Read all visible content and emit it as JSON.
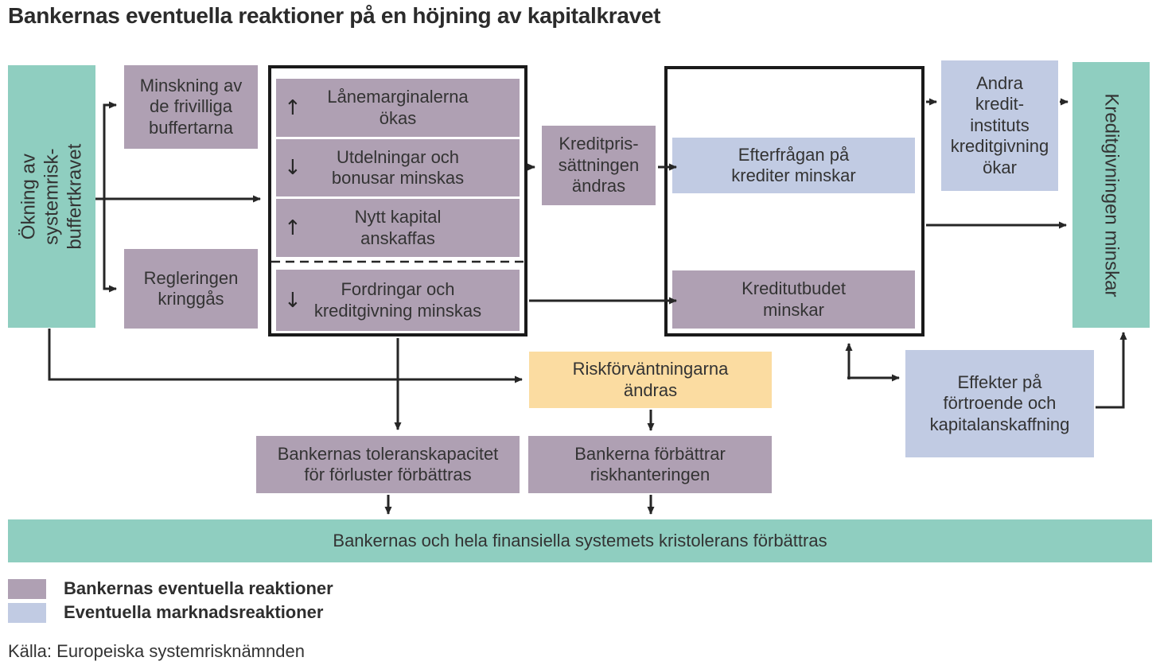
{
  "title": "Bankernas eventuella reaktioner på en höjning av kapitalkravet",
  "colors": {
    "green": "#8FCEC0",
    "purple": "#AFA0B3",
    "blue": "#C1CBE3",
    "yellow": "#FBDCA1",
    "line": "#262626"
  },
  "nodes": {
    "okning": {
      "text": "Ökning av systemrisk-\nbuffertkravet"
    },
    "minskning": {
      "text": "Minskning av\nde frivilliga\nbuffertarna"
    },
    "regleringen": {
      "text": "Regleringen\nkringgås"
    },
    "lanemarginalerna": {
      "text": "Lånemarginalerna\nökas",
      "icon": "↑"
    },
    "utdelningar": {
      "text": "Utdelningar och\nbonusar minskas",
      "icon": "↓"
    },
    "nytt_kapital": {
      "text": "Nytt kapital\nanskaffas",
      "icon": "↑"
    },
    "fordringar": {
      "text": "Fordringar och\nkreditgivning minskas",
      "icon": "↓"
    },
    "kreditpris": {
      "text": "Kreditpris-\nsättningen\nändras"
    },
    "efterfragan": {
      "text": "Efterfrågan på\nkrediter minskar"
    },
    "kreditutbudet": {
      "text": "Kreditutbudet\nminskar"
    },
    "andra": {
      "text": "Andra\nkredit-\ninstituts\nkreditgivning\nökar"
    },
    "kreditgivningen": {
      "text": "Kreditgivningen minskar"
    },
    "riskforvantningarna": {
      "text": "Riskförväntningarna\nändras"
    },
    "toleranskapacitet": {
      "text": "Bankernas toleranskapacitet\nför förluster förbättras"
    },
    "bankerna_forbattrar": {
      "text": "Bankerna förbättrar\nriskhanteringen"
    },
    "effekter": {
      "text": "Effekter på\nförtroende och\nkapitalanskaffning"
    },
    "kristolerans": {
      "text": "Bankernas och hela finansiella systemets kristolerans förbättras"
    }
  },
  "legend": {
    "items": [
      {
        "label": "Bankernas eventuella reaktioner",
        "color": "#AFA0B3"
      },
      {
        "label": "Eventuella marknadsreaktioner",
        "color": "#C1CBE3"
      }
    ]
  },
  "source": "Källa: Europeiska systemrisknämnden"
}
